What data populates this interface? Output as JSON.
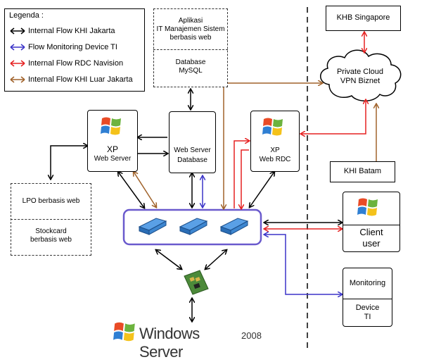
{
  "legend": {
    "title": "Legenda :",
    "items": [
      {
        "label": "Internal Flow KHI Jakarta",
        "color": "#000000"
      },
      {
        "label": "Flow Monitoring Device TI",
        "color": "#3b34c8"
      },
      {
        "label": "Internal Flow RDC Navision",
        "color": "#e52020"
      },
      {
        "label": "Internal Flow KHI Luar Jakarta",
        "color": "#a0622a"
      }
    ]
  },
  "nodes": {
    "app_it": "Aplikasi\nIT Manajemen Sistem\nberbasis web",
    "db_mysql": "Database\nMySQL",
    "khb_singapore": "KHB Singapore",
    "private_cloud": "Private Cloud\nVPN Biznet",
    "xp_web_server": {
      "title": "XP",
      "subtitle": "Web Server"
    },
    "web_server_db": {
      "title": "Web Server",
      "subtitle": "Database"
    },
    "xp_web_rdc": {
      "title": "XP",
      "subtitle": "Web RDC"
    },
    "khi_batam": "KHI Batam",
    "lpo": "LPO berbasis web",
    "stockcard": "Stockcard\nberbasis web",
    "client_user": "Client\nuser",
    "monitoring": "Monitoring",
    "device_ti": "Device\nTI",
    "windows_server": {
      "name": "Windows Server",
      "version": "2008"
    }
  },
  "colors": {
    "black": "#000000",
    "blue": "#3b34c8",
    "red": "#e52020",
    "brown": "#a0622a",
    "switch_border": "#6a5acd"
  },
  "icons": [
    "windows-logo-icon",
    "linux-tux-icon",
    "network-switch-icon",
    "network-card-icon",
    "cloud-icon"
  ]
}
